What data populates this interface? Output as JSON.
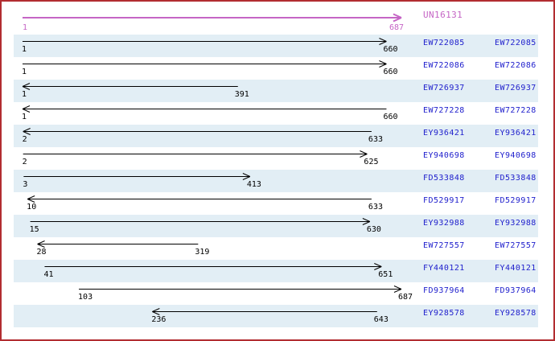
{
  "panel": {
    "border_color": "#b22d31",
    "background": "#ffffff",
    "band_color": "#e2eef5",
    "duplicate_accession_column": true
  },
  "colors": {
    "reference": "#c565c5",
    "accession_link": "#2121cd",
    "alignment_arrow": "#000000"
  },
  "reference": {
    "label": "UN16131",
    "start_label": "1",
    "end_label": "687",
    "start": 1,
    "end": 687
  },
  "chart_data": {
    "type": "bar",
    "subtype": "horizontal-range-arrows-alignment",
    "title": "UN16131",
    "xlabel": "",
    "ylabel": "",
    "xlim": [
      1,
      687
    ],
    "grid": false,
    "legend": "none",
    "reference": {
      "name": "UN16131",
      "start": 1,
      "end": 687,
      "strand": "+"
    },
    "series": [
      {
        "name": "EW722085",
        "start": 1,
        "end": 660,
        "strand": "+"
      },
      {
        "name": "EW722086",
        "start": 1,
        "end": 660,
        "strand": "+"
      },
      {
        "name": "EW726937",
        "start": 1,
        "end": 391,
        "strand": "-"
      },
      {
        "name": "EW727228",
        "start": 1,
        "end": 660,
        "strand": "-"
      },
      {
        "name": "EY936421",
        "start": 2,
        "end": 633,
        "strand": "-"
      },
      {
        "name": "EY940698",
        "start": 2,
        "end": 625,
        "strand": "+"
      },
      {
        "name": "FD533848",
        "start": 3,
        "end": 413,
        "strand": "+"
      },
      {
        "name": "FD529917",
        "start": 10,
        "end": 633,
        "strand": "-"
      },
      {
        "name": "EY932988",
        "start": 15,
        "end": 630,
        "strand": "+"
      },
      {
        "name": "EW727557",
        "start": 28,
        "end": 319,
        "strand": "-"
      },
      {
        "name": "FY440121",
        "start": 41,
        "end": 651,
        "strand": "+"
      },
      {
        "name": "FD937964",
        "start": 103,
        "end": 687,
        "strand": "+"
      },
      {
        "name": "EY928578",
        "start": 236,
        "end": 643,
        "strand": "-"
      }
    ]
  }
}
